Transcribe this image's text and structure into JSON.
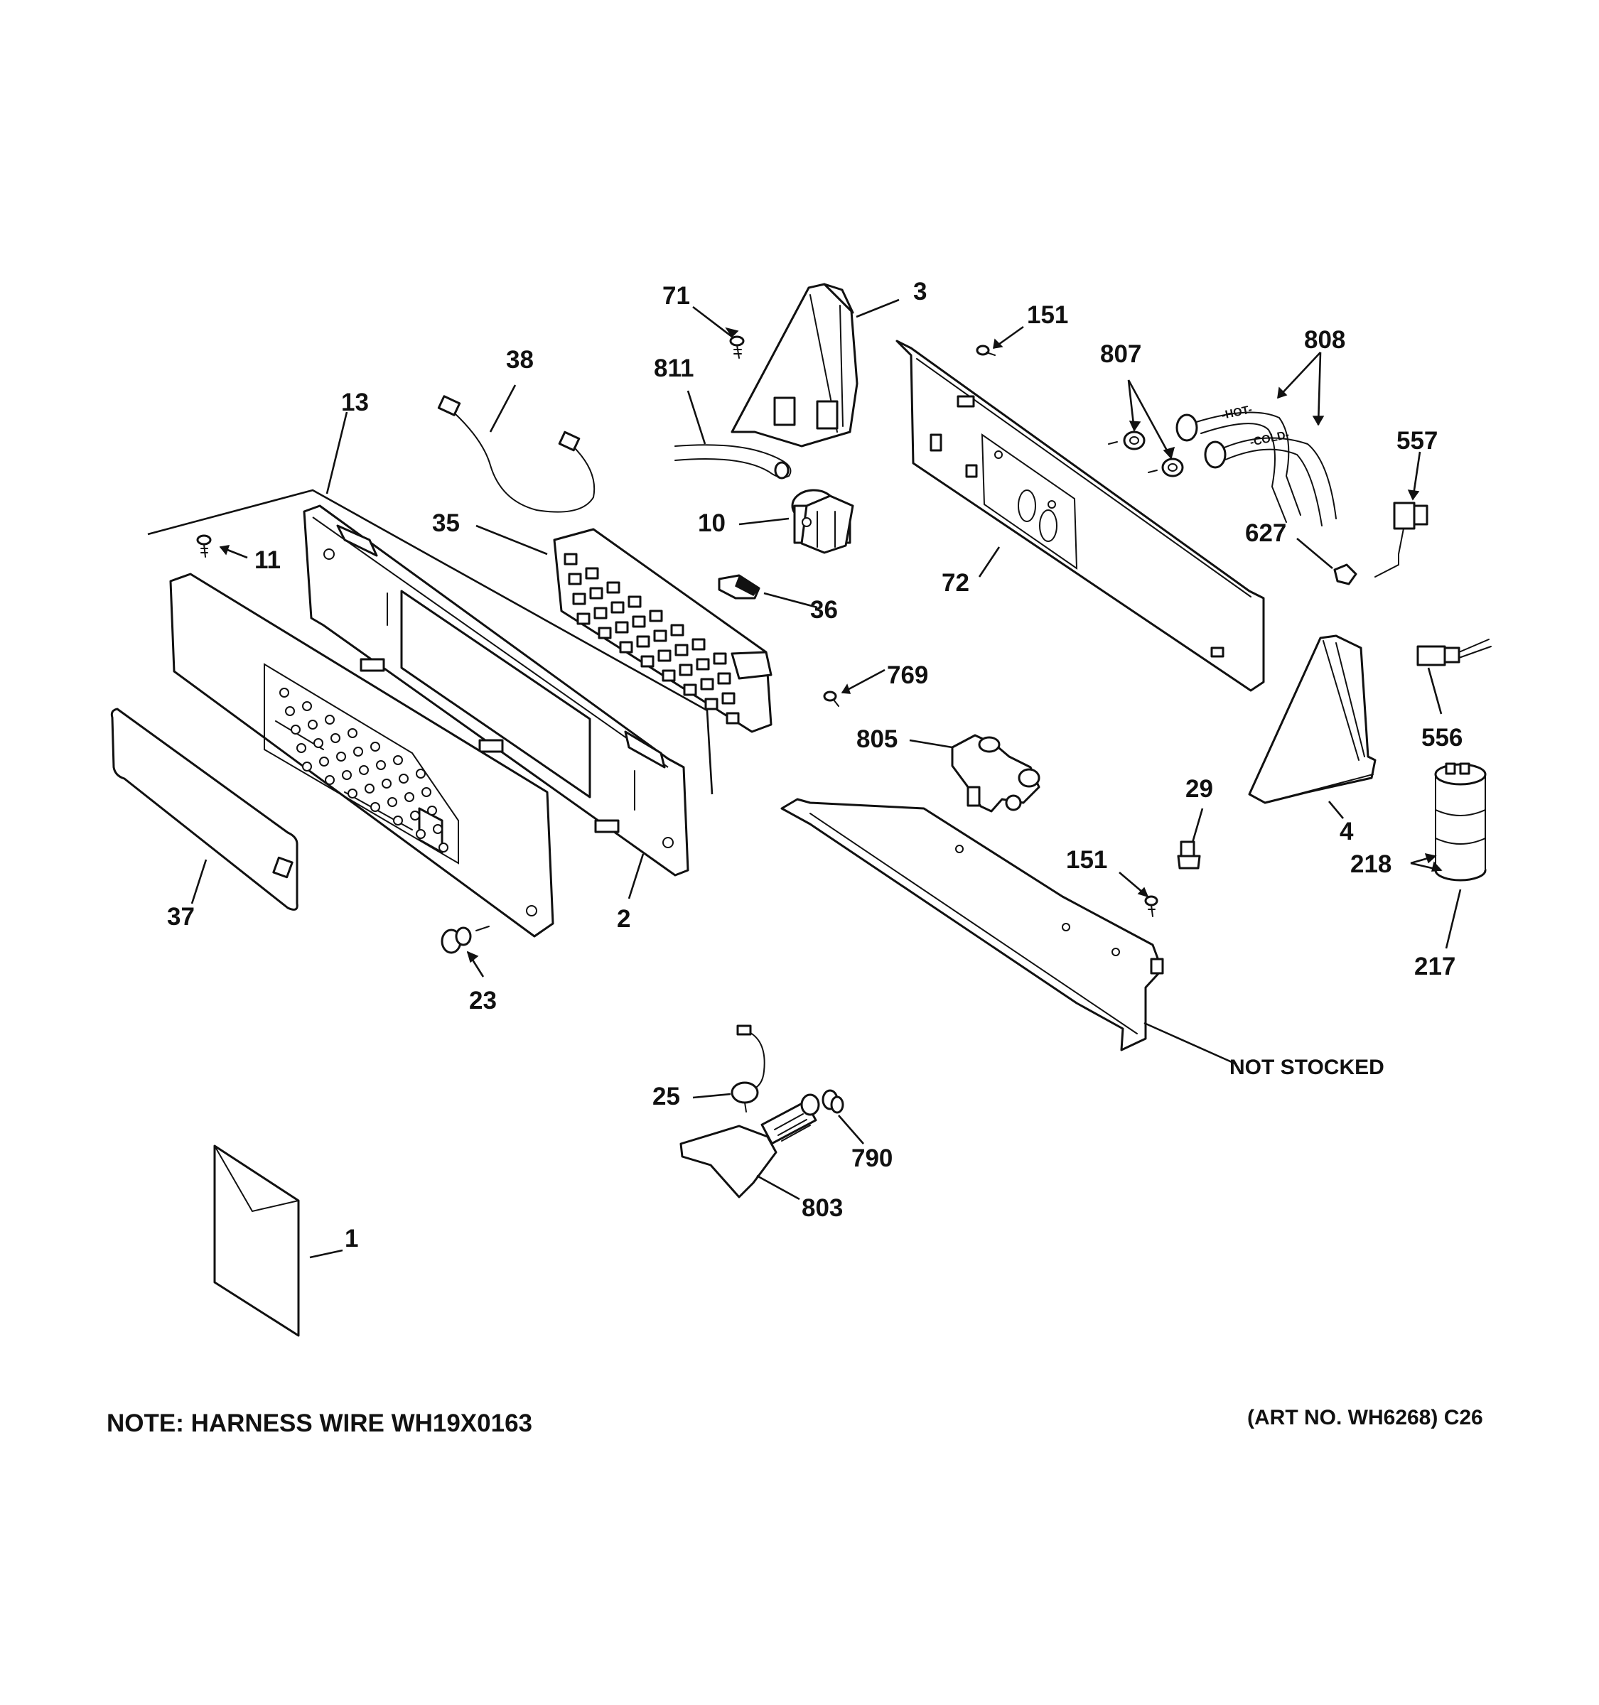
{
  "labels": {
    "p1": "1",
    "p2": "2",
    "p3": "3",
    "p4": "4",
    "p10": "10",
    "p11": "11",
    "p13": "13",
    "p23": "23",
    "p25": "25",
    "p29": "29",
    "p35": "35",
    "p36": "36",
    "p37": "37",
    "p38": "38",
    "p71": "71",
    "p72": "72",
    "p151a": "151",
    "p151b": "151",
    "p217": "217",
    "p218": "218",
    "p556": "556",
    "p557": "557",
    "p627": "627",
    "p769": "769",
    "p790": "790",
    "p803": "803",
    "p805": "805",
    "p807": "807",
    "p808": "808",
    "p811": "811"
  },
  "not_stocked": "NOT STOCKED",
  "hose_hot": "-HOT-",
  "hose_cold": "-COLD-",
  "note": "NOTE: HARNESS WIRE WH19X0163",
  "art_number": "(ART NO. WH6268) C26"
}
